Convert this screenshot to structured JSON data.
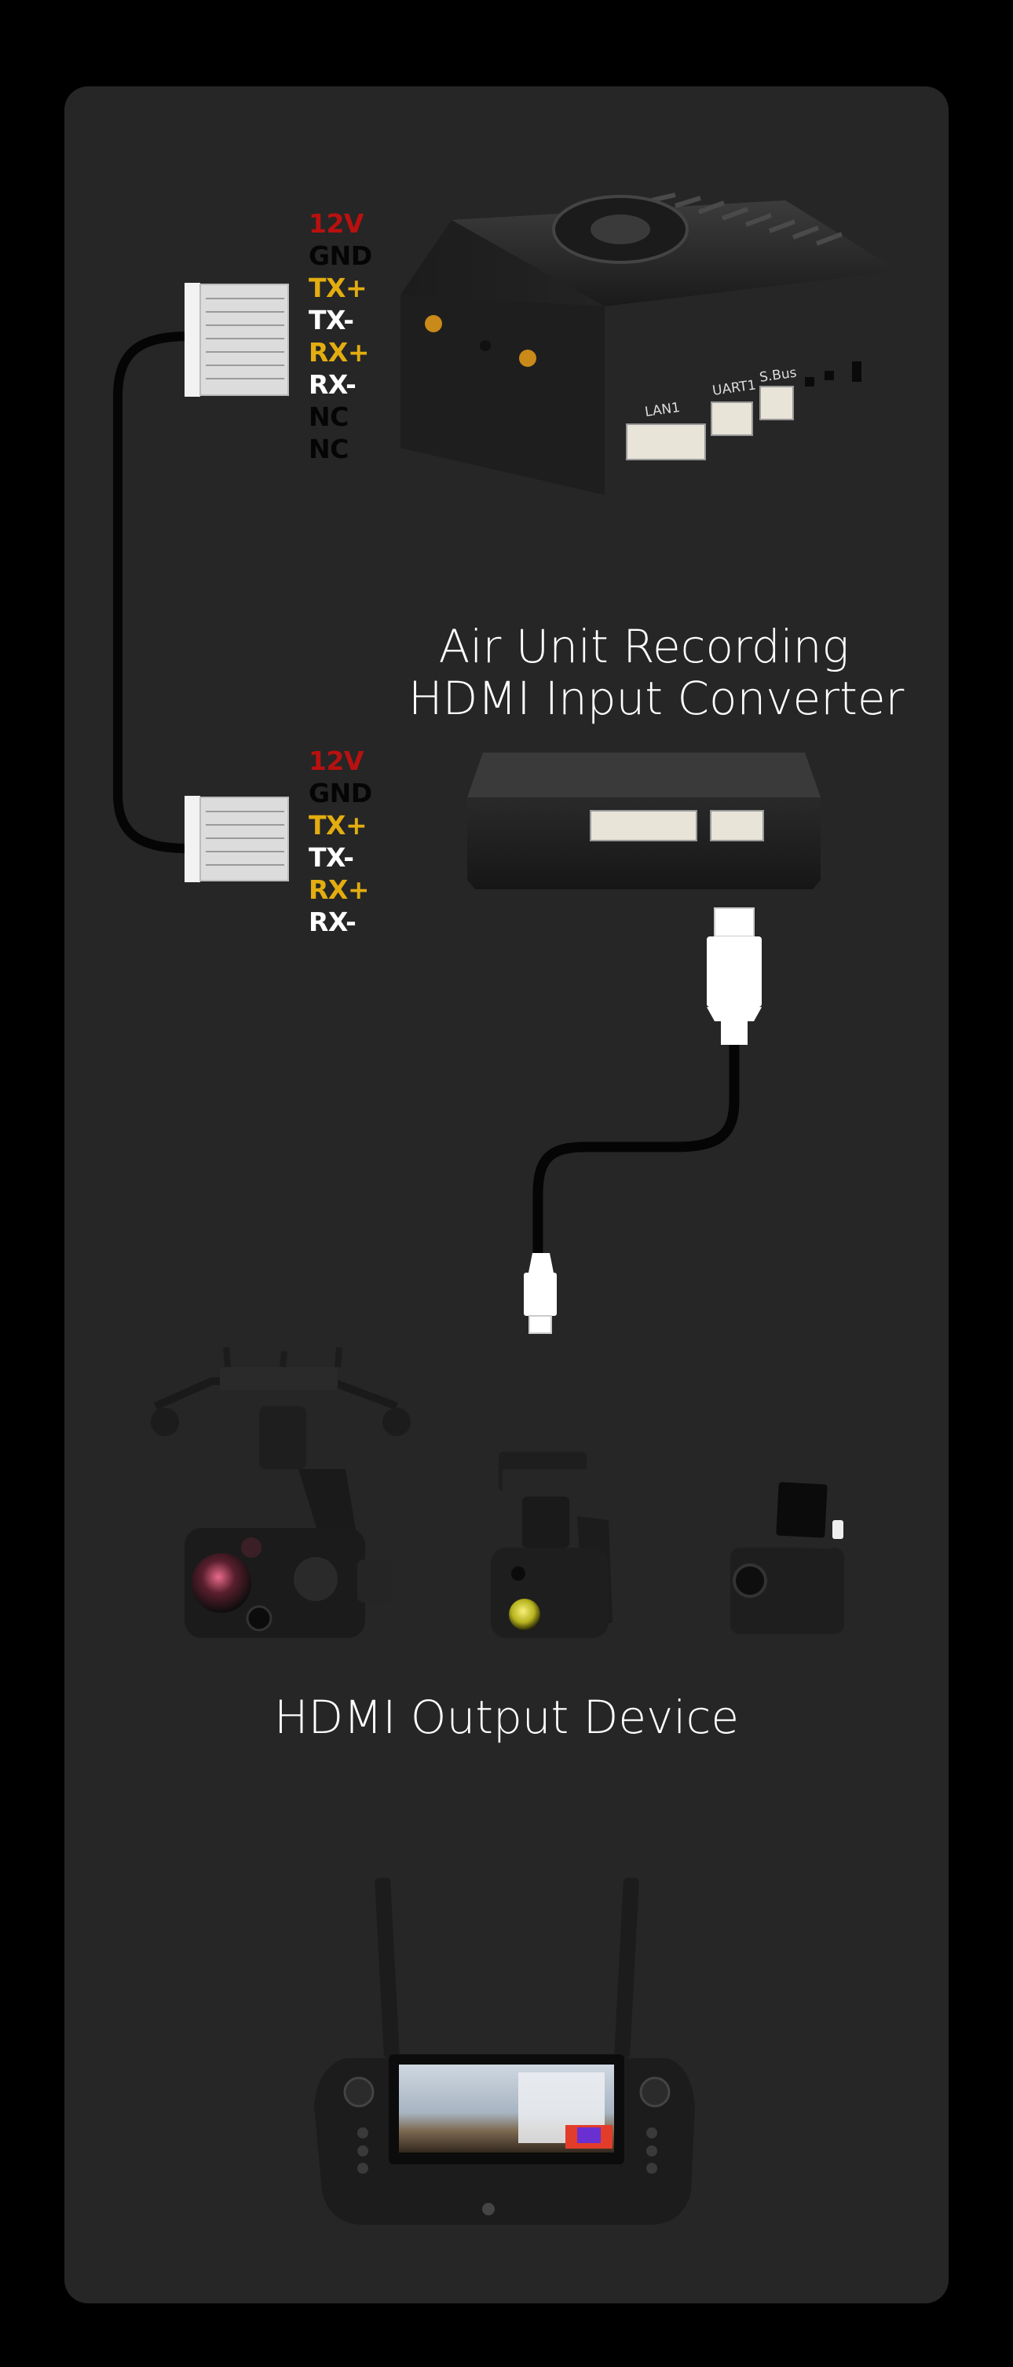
{
  "colors": {
    "panel": "#262626",
    "red": "#b8110f",
    "black": "#050505",
    "yellow": "#e3ad10",
    "white": "#ffffff"
  },
  "pins_top": [
    {
      "label": "12V",
      "color": "#b8110f"
    },
    {
      "label": "GND",
      "color": "#050505"
    },
    {
      "label": "TX+",
      "color": "#e3ad10"
    },
    {
      "label": "TX-",
      "color": "#ffffff"
    },
    {
      "label": "RX+",
      "color": "#e3ad10"
    },
    {
      "label": "RX-",
      "color": "#ffffff"
    },
    {
      "label": "NC",
      "color": "#050505"
    },
    {
      "label": "NC",
      "color": "#050505"
    }
  ],
  "pins_bottom": [
    {
      "label": "12V",
      "color": "#b8110f"
    },
    {
      "label": "GND",
      "color": "#050505"
    },
    {
      "label": "TX+",
      "color": "#e3ad10"
    },
    {
      "label": "TX-",
      "color": "#ffffff"
    },
    {
      "label": "RX+",
      "color": "#e3ad10"
    },
    {
      "label": "RX-",
      "color": "#ffffff"
    }
  ],
  "air_unit_ports": [
    "LAN1",
    "UART1",
    "S.Bus"
  ],
  "converter": {
    "line1": "Air Unit Recording",
    "line2": "HDMI Input Converter"
  },
  "output_title": "HDMI Output Device"
}
